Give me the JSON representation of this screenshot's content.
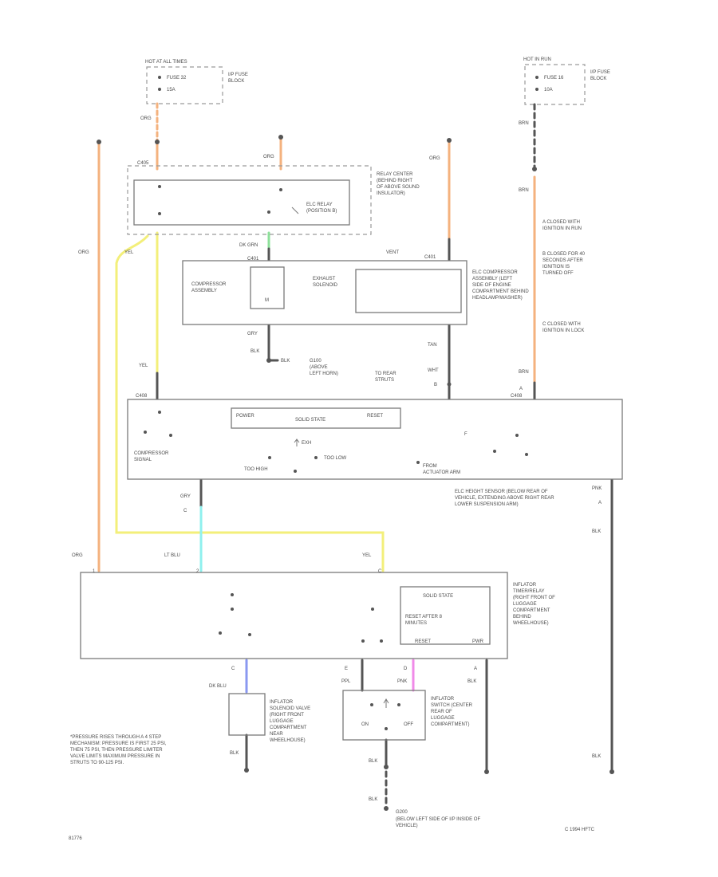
{
  "fuse_block_left": {
    "header": "HOT AT ALL TIMES",
    "fuse": "FUSE 32",
    "rating": "15A",
    "location": "I/P FUSE BLOCK"
  },
  "fuse_block_right": {
    "header": "HOT IN RUN",
    "fuse": "FUSE 16",
    "rating": "10A",
    "location": "I/P FUSE BLOCK"
  },
  "relay": {
    "connector": "C405",
    "name": "ELC RELAY (POSITION B)",
    "location": "RELAY CENTER (BEHIND RIGHT OF ABOVE SOUND INSULATOR)"
  },
  "compressor_assembly": {
    "label": "COMPRESSOR ASSEMBLY",
    "motor": "M",
    "exhaust": "EXHAUST SOLENOID",
    "connector": "C401",
    "vent": "VENT",
    "title": "ELC COMPRESSOR ASSEMBLY (LEFT SIDE OF ENGINE COMPARTMENT BEHIND HEADLAMP/WASHER)",
    "ground_note": "G100 (ABOVE LEFT HORN)",
    "to_rear_struts": "TO REAR STRUTS"
  },
  "height_sensor": {
    "center_box": "SOLID STATE",
    "power": "POWER",
    "reset": "RESET",
    "compressor_signal": "COMPRESSOR SIGNAL",
    "too_high": "TOO HIGH",
    "too_low": "TOO LOW",
    "exhaust_sig": "EXH",
    "from_arm": "FROM ACTUATOR ARM",
    "title": "ELC HEIGHT SENSOR (BELOW REAR OF VEHICLE, EXTENDING ABOVE RIGHT REAR LOWER SUSPENSION ARM)",
    "connector": "C408"
  },
  "inflator_relay": {
    "box": "SOLID STATE",
    "reset_note": "RESET AFTER 8 MINUTES",
    "reset": "RESET",
    "pwr": "PWR",
    "title": "INFLATOR TIMER/RELAY (RIGHT FRONT OF LUGGAGE COMPARTMENT BEHIND WHEELHOUSE)"
  },
  "solenoid_valve": {
    "title": "INFLATOR SOLENOID VALVE (RIGHT FRONT LUGGAGE COMPARTMENT NEAR WHEELHOUSE)"
  },
  "inflator_switch": {
    "on": "ON",
    "off": "OFF",
    "title": "INFLATOR SWITCH (CENTER REAR OF LUGGAGE COMPARTMENT)"
  },
  "fuse16_notes": [
    "A CLOSED WITH IGNITION IN RUN",
    "B CLOSED FOR 40 SECONDS AFTER IGNITION IS TURNED OFF",
    "C CLOSED WITH IGNITION IN LOCK"
  ],
  "wires": {
    "org": "ORG",
    "brn": "BRN",
    "yel": "YEL",
    "dkgrn": "DK GRN",
    "gry": "GRY",
    "tan": "TAN",
    "wht": "WHT",
    "blk": "BLK",
    "ltblu": "LT BLU",
    "dkblu": "DK BLU",
    "ppl": "PPL",
    "pnk": "PNK"
  },
  "connectors": {
    "c401": "C401",
    "c408": "C408",
    "c405": "C405"
  },
  "pin_letters": {
    "a": "A",
    "b": "B",
    "c": "C",
    "d": "D",
    "e": "E",
    "f": "F",
    "one": "1",
    "two": "2"
  },
  "ground": {
    "g200": "G200",
    "g200_note": "(BELOW LEFT SIDE OF I/P INSIDE OF VEHICLE)"
  },
  "pressure_note": "*PRESSURE RISES THROUGH A 4 STEP MECHANISM: PRESSURE IS FIRST 25 PSI, THEN 75 PSI, THEN PRESSURE LIMITER VALVE LIMITS MAXIMUM PRESSURE IN STRUTS TO 90-125 PSI.",
  "footer_left": "81776",
  "footer_right": "C 1994 HFTC"
}
